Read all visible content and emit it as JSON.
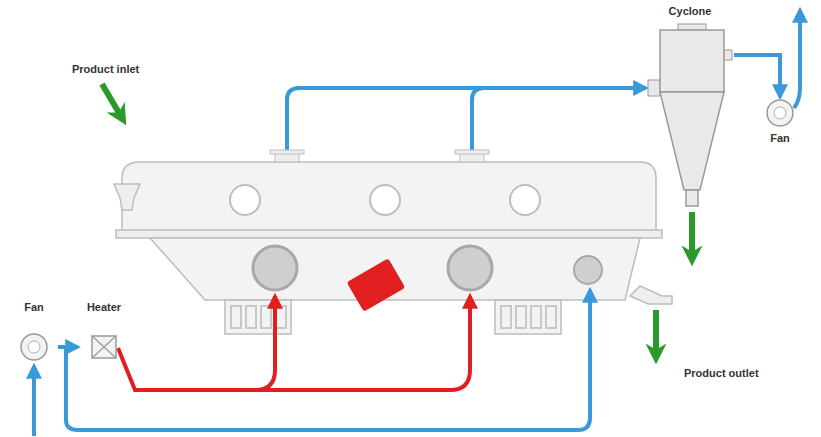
{
  "diagram": {
    "nodes": [
      {
        "text": [
          "Cyclone"
        ]
      },
      {
        "text": [
          "Fan"
        ]
      },
      {
        "text": [
          "Fan"
        ]
      },
      {
        "text": [
          "Heater"
        ]
      }
    ],
    "edges": [
      {
        "from": 2,
        "to": 3,
        "arrow": "to"
      },
      {
        "from": 0,
        "to": 1,
        "arrow": "to"
      }
    ],
    "labels": [
      "Product inlet",
      "Product outlet"
    ]
  }
}
